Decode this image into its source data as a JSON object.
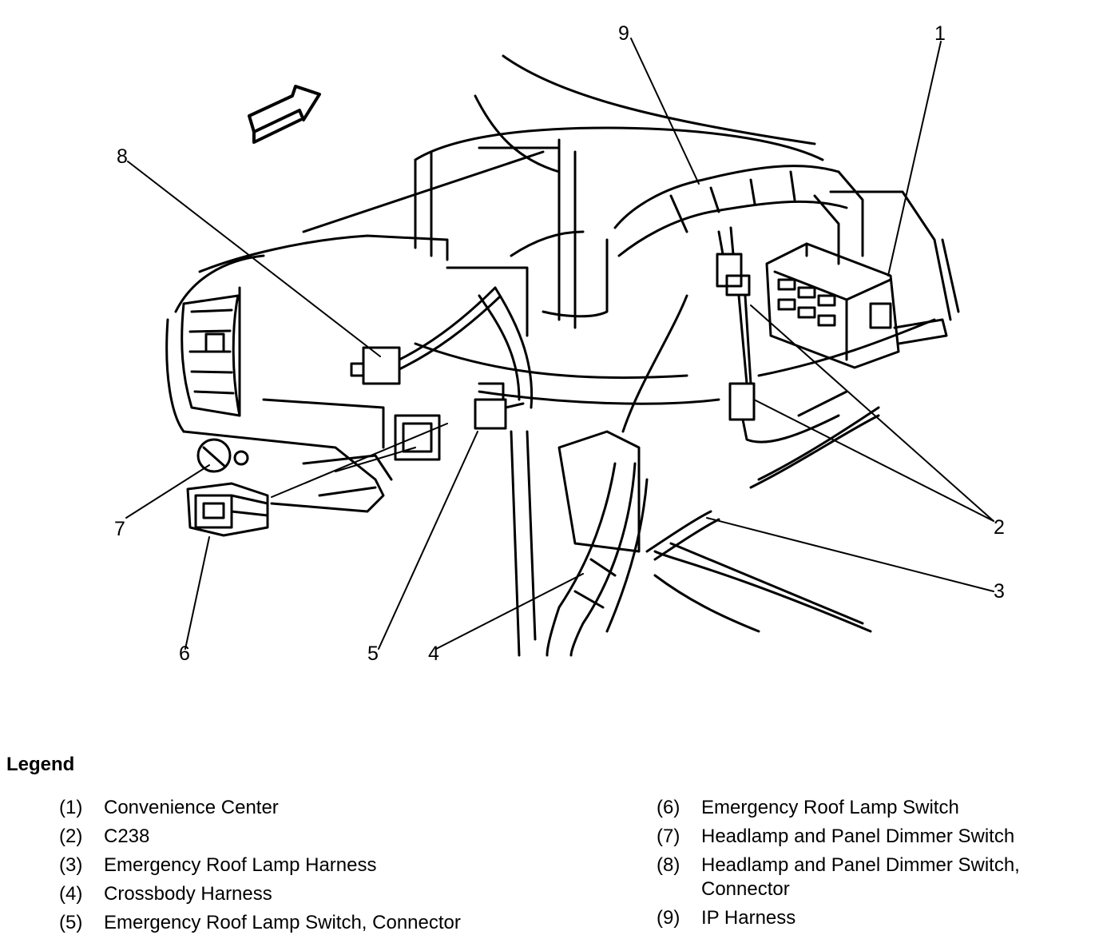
{
  "figure": {
    "callouts": {
      "c1": "1",
      "c2": "2",
      "c3": "3",
      "c4": "4",
      "c5": "5",
      "c6": "6",
      "c7": "7",
      "c8": "8",
      "c9": "9"
    },
    "direction_arrow_icon": "forward-arrow-icon"
  },
  "legend": {
    "title": "Legend",
    "left": [
      {
        "num": "(1)",
        "text": "Convenience Center"
      },
      {
        "num": "(2)",
        "text": "C238"
      },
      {
        "num": "(3)",
        "text": "Emergency Roof Lamp Harness"
      },
      {
        "num": "(4)",
        "text": "Crossbody Harness"
      },
      {
        "num": "(5)",
        "text": "Emergency Roof Lamp Switch, Connector"
      }
    ],
    "right": [
      {
        "num": "(6)",
        "text": "Emergency Roof Lamp Switch"
      },
      {
        "num": "(7)",
        "text": "Headlamp and Panel Dimmer Switch"
      },
      {
        "num": "(8)",
        "text": "Headlamp and Panel Dimmer Switch,",
        "text2": "Connector"
      },
      {
        "num": "(9)",
        "text": "IP Harness"
      }
    ]
  }
}
